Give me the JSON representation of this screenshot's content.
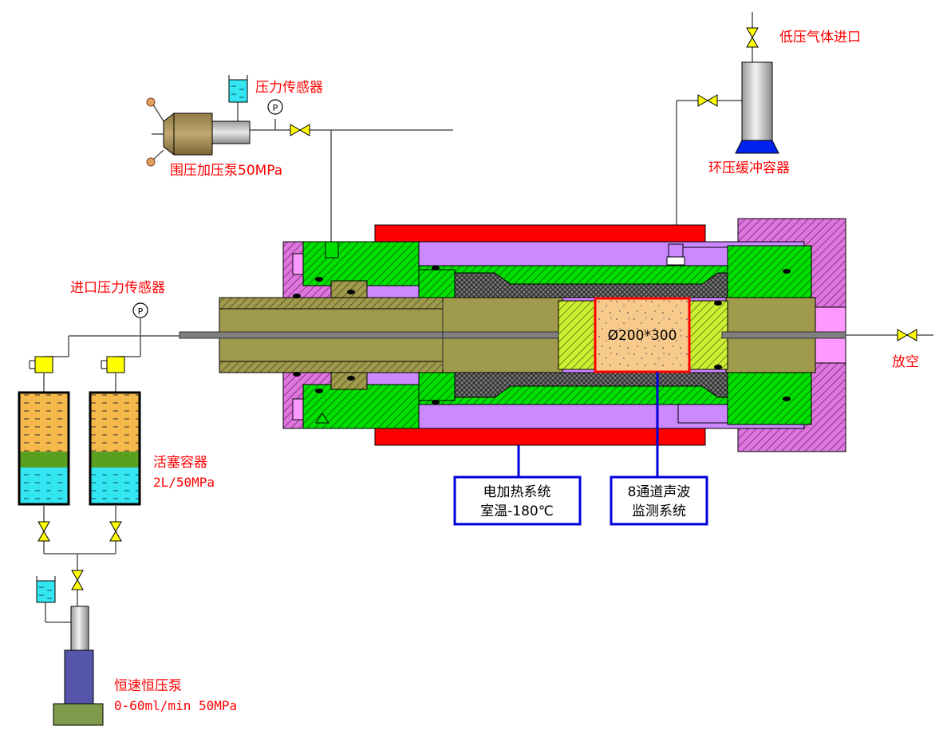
{
  "labels": {
    "pressure_sensor": "压力传感器",
    "confining_pump": "围压加压泵50MPa",
    "low_pressure_gas_inlet": "低压气体进口",
    "annular_buffer": "环压缓冲容器",
    "inlet_pressure_sensor": "进口压力传感器",
    "vent": "放空",
    "piston_container_title": "活塞容器",
    "piston_container_spec": "2L/50MPa",
    "constant_pump_title": "恒速恒压泵",
    "constant_pump_spec": "0-60ml/min 50MPa",
    "sample_size": "Ø200*300",
    "heating_line1": "电加热系统",
    "heating_line2": "室温-180℃",
    "acoustic_line1": "8通道声波",
    "acoustic_line2": "监测系统",
    "gauge_symbol": "P"
  },
  "colors": {
    "label_red": "#ff0000",
    "heater_red": "#ff0000",
    "pipe_gray": "#7f7f7f",
    "vessel_purple": "#cc88ff",
    "seal_green": "#00e000",
    "plug_olive": "#a09a4c",
    "endcap_pink": "#dd77dd",
    "sample_tan": "#f7c98b",
    "fluid_orange": "#f5b84a",
    "fluid_cyan": "#33e6f2",
    "piston_green": "#5aa020",
    "valve_yellow": "#ffff00",
    "pump_blue": "#5555aa",
    "box_blue": "#0000dd",
    "buffer_blue": "#0022ee"
  },
  "icons": [
    "valve-icon",
    "pressure-gauge-icon",
    "fluid-reservoir-icon",
    "sensor-block-icon"
  ]
}
